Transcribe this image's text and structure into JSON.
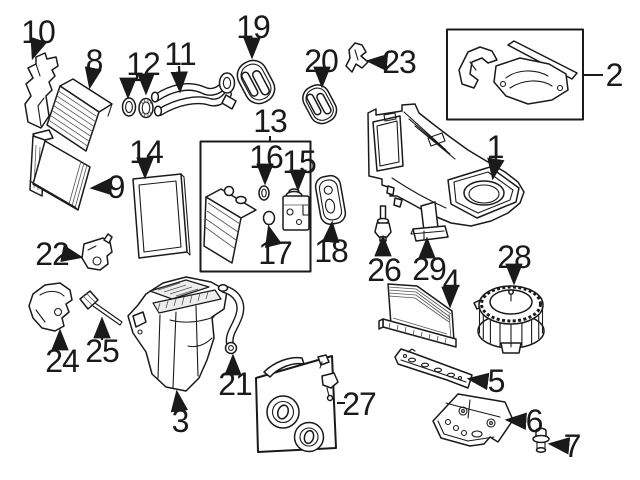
{
  "diagram": {
    "colors": {
      "background": "#ffffff",
      "line": "#1a1a1a",
      "shade": "#ededed"
    },
    "callouts": {
      "n1": {
        "label": "1"
      },
      "n2": {
        "label": "2"
      },
      "n3": {
        "label": "3"
      },
      "n4": {
        "label": "4"
      },
      "n5": {
        "label": "5"
      },
      "n6": {
        "label": "6"
      },
      "n7": {
        "label": "7"
      },
      "n8": {
        "label": "8"
      },
      "n9": {
        "label": "9"
      },
      "n10": {
        "label": "10"
      },
      "n11": {
        "label": "11"
      },
      "n12": {
        "label": "12"
      },
      "n13": {
        "label": "13"
      },
      "n14": {
        "label": "14"
      },
      "n15": {
        "label": "15"
      },
      "n16": {
        "label": "16"
      },
      "n17": {
        "label": "17"
      },
      "n18": {
        "label": "18"
      },
      "n19": {
        "label": "19"
      },
      "n20": {
        "label": "20"
      },
      "n21": {
        "label": "21"
      },
      "n22": {
        "label": "22"
      },
      "n23": {
        "label": "23"
      },
      "n24": {
        "label": "24"
      },
      "n25": {
        "label": "25"
      },
      "n26": {
        "label": "26"
      },
      "n27": {
        "label": "27"
      },
      "n28": {
        "label": "28"
      },
      "n29": {
        "label": "29"
      }
    }
  }
}
